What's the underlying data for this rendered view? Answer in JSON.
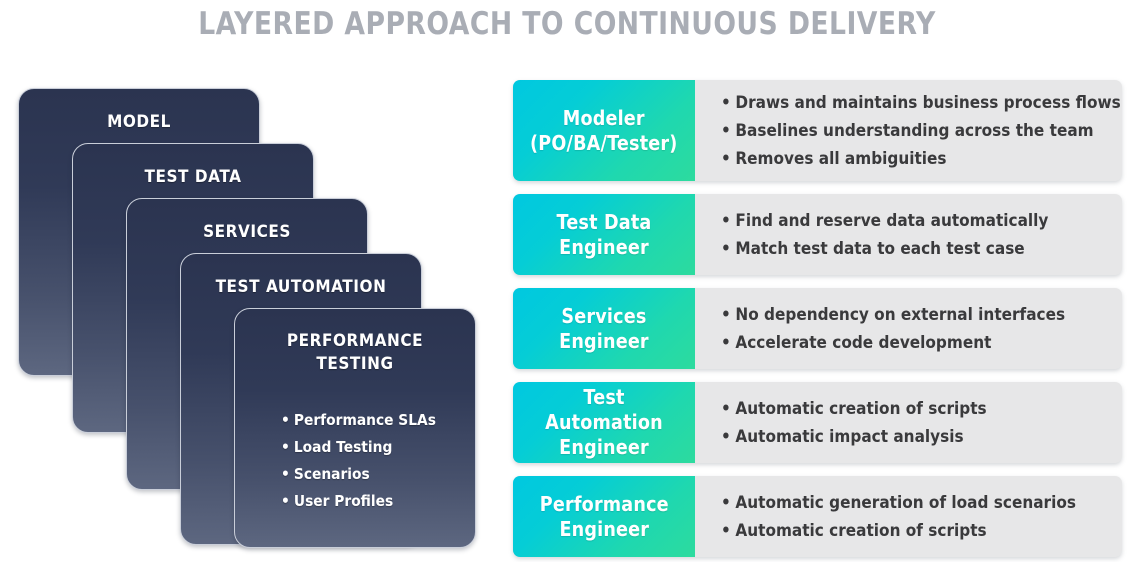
{
  "page": {
    "title": "LAYERED APPROACH TO CONTINUOUS DELIVERY",
    "colors": {
      "title_gray": "#A9ADB5",
      "card_dark_top": "#2B3450",
      "card_dark_bottom": "#5D6780",
      "accent_cyan": "#00C8E0",
      "accent_green": "#2DDB9E",
      "panel_gray": "#E7E7E8",
      "bullet_text": "#3A3A3C"
    }
  },
  "stack": {
    "layers": [
      {
        "title": "MODEL",
        "bullets": []
      },
      {
        "title": "TEST DATA",
        "bullets": []
      },
      {
        "title": "SERVICES",
        "bullets": []
      },
      {
        "title": "TEST AUTOMATION",
        "bullets": []
      },
      {
        "title": "PERFORMANCE TESTING",
        "bullets": [
          "Performance SLAs",
          "Load Testing",
          "Scenarios",
          "User Profiles"
        ]
      }
    ]
  },
  "roles": {
    "items": [
      {
        "label": "Modeler\n(PO/BA/Tester)",
        "points": [
          "Draws and maintains business process flows",
          "Baselines understanding across the team",
          "Removes all ambiguities"
        ]
      },
      {
        "label": "Test Data\nEngineer",
        "points": [
          "Find and reserve data automatically",
          "Match test data to each test case"
        ]
      },
      {
        "label": "Services\nEngineer",
        "points": [
          "No dependency on external interfaces",
          "Accelerate code development"
        ]
      },
      {
        "label": "Test Automation\nEngineer",
        "points": [
          "Automatic creation of scripts",
          "Automatic impact analysis"
        ]
      },
      {
        "label": "Performance\nEngineer",
        "points": [
          "Automatic generation of load scenarios",
          "Automatic creation of scripts"
        ]
      }
    ]
  }
}
